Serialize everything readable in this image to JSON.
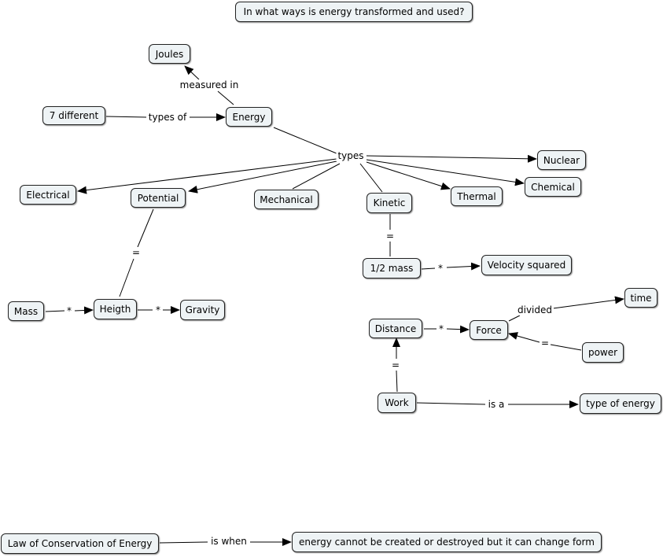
{
  "nodes": {
    "question": "In what ways is energy transformed and used?",
    "joules": "Joules",
    "seven": "7 different",
    "energy": "Energy",
    "nuclear": "Nuclear",
    "chemical": "Chemical",
    "thermal": "Thermal",
    "kinetic": "Kinetic",
    "mechanical": "Mechanical",
    "potential": "Potential",
    "electrical": "Electrical",
    "halfmass": "1/2 mass",
    "velocity": "Velocity squared",
    "mass": "Mass",
    "heigth": "Heigth",
    "gravity": "Gravity",
    "distance": "Distance",
    "force": "Force",
    "time": "time",
    "power": "power",
    "work": "Work",
    "typeofenergy": "type of energy",
    "law": "Law of Conservation of Energy",
    "cannot": "energy cannot be created or destroyed but it can change form"
  },
  "labels": {
    "measured_in": "measured in",
    "types_of": "types of",
    "types": "types",
    "eq_potential": "=",
    "eq_kinetic": "=",
    "times_halfmass": "*",
    "times_mass": "*",
    "times_heigth": "*",
    "times_distance": "*",
    "divided": "divided",
    "eq_power": "=",
    "eq_work": "=",
    "is_a": "is a",
    "is_when": "is when"
  }
}
